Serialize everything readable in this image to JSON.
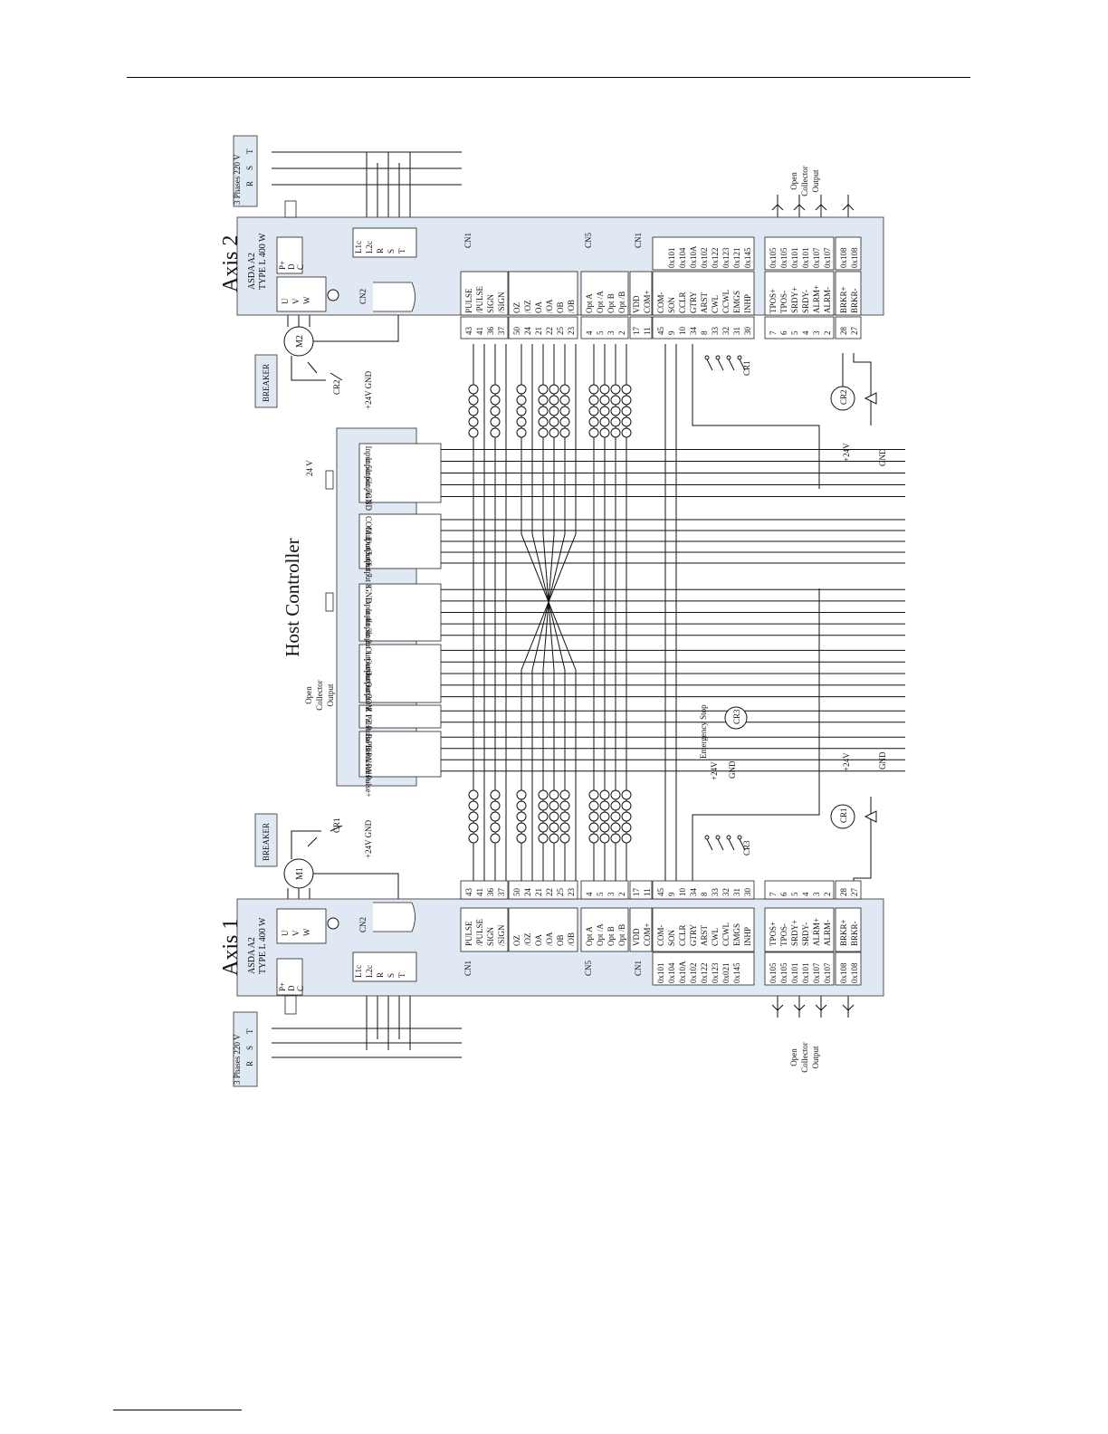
{
  "host": {
    "title": "Host Controller",
    "groups": [
      {
        "id": "in5_8",
        "items": [
          "Input 5",
          "Input 6",
          "Input 7",
          "Input 8",
          "GND"
        ]
      },
      {
        "id": "out5_8",
        "items": [
          "COM 2",
          "Output 5",
          "Output 6",
          "Output 7",
          "Output 8"
        ]
      },
      {
        "id": "in1_4",
        "items": [
          "GND",
          "Input 4",
          "Input 3",
          "Input 2",
          "Input 1"
        ]
      },
      {
        "id": "out1_4",
        "items": [
          "Output 4",
          "Output 3",
          "Output 2",
          "Output 1",
          "COM 1"
        ]
      },
      {
        "id": "zpulse",
        "items": [
          "Z Pulse In-",
          "Z Pulse In+"
        ]
      },
      {
        "id": "abpulse",
        "items": [
          "B Pulse-",
          "B Pulse+",
          "A Pulse-",
          "A Pulse+"
        ]
      }
    ],
    "supply_24v": "24 V",
    "open_collector_lines": [
      "Open",
      "Collector",
      "Output"
    ],
    "estop": {
      "label": "Emergency Stop",
      "relay": "CR3",
      "plus": "+24V",
      "gnd": "GND"
    }
  },
  "axes": [
    {
      "id": "axis2",
      "title": "Axis 2",
      "model": "ASDA A2",
      "type": "TYPE L 400 W",
      "power_label": "3 Phases 220 V",
      "phases": [
        "R",
        "S",
        "T"
      ],
      "pdc": [
        "P+",
        "D",
        "C"
      ],
      "power_terms": [
        "L1c",
        "L2c",
        "R",
        "S",
        "T"
      ],
      "uvw": [
        "U",
        "V",
        "W"
      ],
      "cn2": "CN2",
      "motor": "M2",
      "breaker": "BREAKER",
      "breaker_relay": "CR2",
      "breaker_supply": "+24V GND",
      "cn_labels": [
        "CN1",
        "CN5",
        "CN1"
      ],
      "g1": [
        [
          "PULSE",
          "43"
        ],
        [
          "/PULSE",
          "41"
        ],
        [
          "SIGN",
          "36"
        ],
        [
          "/SIGN",
          "37"
        ]
      ],
      "g2": [
        [
          "OZ",
          "50"
        ],
        [
          "/OZ",
          "24"
        ],
        [
          "OA",
          "21"
        ],
        [
          "/OA",
          "22"
        ],
        [
          "OB",
          "25"
        ],
        [
          "/OB",
          "23"
        ]
      ],
      "g3": [
        [
          "Opt A",
          "4"
        ],
        [
          "Opt /A",
          "5"
        ],
        [
          "Opt B",
          "3"
        ],
        [
          "Opt /B",
          "2"
        ]
      ],
      "g4": [
        [
          "VDD",
          "17"
        ],
        [
          "COM+",
          "11"
        ]
      ],
      "g5": [
        [
          "COM-",
          "45",
          ""
        ],
        [
          "SON",
          "9",
          "0x101"
        ],
        [
          "CCLR",
          "10",
          "0x104"
        ],
        [
          "GTRY",
          "34",
          "0x10A"
        ],
        [
          "ARST",
          "8",
          "0x102"
        ],
        [
          "CWL",
          "33",
          "0x122"
        ],
        [
          "CCWL",
          "32",
          "0x123"
        ],
        [
          "EMGS",
          "31",
          "0x121"
        ],
        [
          "INHP",
          "30",
          "0x145"
        ]
      ],
      "g6": [
        [
          "TPOS+",
          "7",
          "0x105"
        ],
        [
          "TPOS-",
          "6",
          "0x105"
        ],
        [
          "SRDY+",
          "5",
          "0x101"
        ],
        [
          "SRDY-",
          "4",
          "0x101"
        ],
        [
          "ALRM+",
          "3",
          "0x107"
        ],
        [
          "ALRM-",
          "2",
          "0x107"
        ]
      ],
      "g7": [
        [
          "BRKR+",
          "28",
          "0x108"
        ],
        [
          "BRKR-",
          "27",
          "0x108"
        ]
      ],
      "relay_cr": "CR1",
      "coil": "CR2",
      "plus24": "+24V",
      "gnd": "GND",
      "open_collector_lines": [
        "Open",
        "Collector",
        "Output"
      ]
    },
    {
      "id": "axis1",
      "title": "Axis 1",
      "model": "ASDA A2",
      "type": "TYPE L 400 W",
      "power_label": "3 Phases 220 V",
      "phases": [
        "R",
        "S",
        "T"
      ],
      "pdc": [
        "P+",
        "D",
        "C"
      ],
      "power_terms": [
        "L1c",
        "L2c",
        "R",
        "S",
        "T"
      ],
      "uvw": [
        "U",
        "V",
        "W"
      ],
      "cn2": "CN2",
      "motor": "M1",
      "breaker": "BREAKER",
      "breaker_relay": "CR1",
      "breaker_supply": "+24V GND",
      "cn_labels": [
        "CN1",
        "CN5",
        "CN1"
      ],
      "g1": [
        [
          "PULSE",
          "43"
        ],
        [
          "/PULSE",
          "41"
        ],
        [
          "SIGN",
          "36"
        ],
        [
          "/SIGN",
          "37"
        ]
      ],
      "g2": [
        [
          "OZ",
          "50"
        ],
        [
          "/OZ",
          "24"
        ],
        [
          "OA",
          "21"
        ],
        [
          "/OA",
          "22"
        ],
        [
          "OB",
          "25"
        ],
        [
          "/OB",
          "23"
        ]
      ],
      "g3": [
        [
          "Opt A",
          "4"
        ],
        [
          "Opt /A",
          "5"
        ],
        [
          "Opt B",
          "3"
        ],
        [
          "Opt /B",
          "2"
        ]
      ],
      "g4": [
        [
          "VDD",
          "17"
        ],
        [
          "COM+",
          "11"
        ]
      ],
      "g5": [
        [
          "COM-",
          "45",
          "0x101"
        ],
        [
          "SON",
          "9",
          "0x104"
        ],
        [
          "CCLR",
          "10",
          "0x10A"
        ],
        [
          "GTRY",
          "34",
          "0x102"
        ],
        [
          "ARST",
          "8",
          "0x122"
        ],
        [
          "CWL",
          "33",
          "0x123"
        ],
        [
          "CCWL",
          "32",
          "0x021"
        ],
        [
          "EMGS",
          "31",
          "0x145"
        ],
        [
          "INHP",
          "30",
          ""
        ]
      ],
      "g6": [
        [
          "TPOS+",
          "7",
          "0x105"
        ],
        [
          "TPOS-",
          "6",
          "0x105"
        ],
        [
          "SRDY+",
          "5",
          "0x101"
        ],
        [
          "SRDY-",
          "4",
          "0x101"
        ],
        [
          "ALRM+",
          "3",
          "0x107"
        ],
        [
          "ALRM-",
          "2",
          "0x107"
        ]
      ],
      "g7": [
        [
          "BRKR+",
          "28",
          "0x108"
        ],
        [
          "BRKR-",
          "27",
          "0x108"
        ]
      ],
      "relay_cr": "CR3",
      "coil": "CR1",
      "plus24": "+24V",
      "gnd": "GND",
      "open_collector_lines": [
        "Open",
        "Collector",
        "Output"
      ]
    }
  ]
}
